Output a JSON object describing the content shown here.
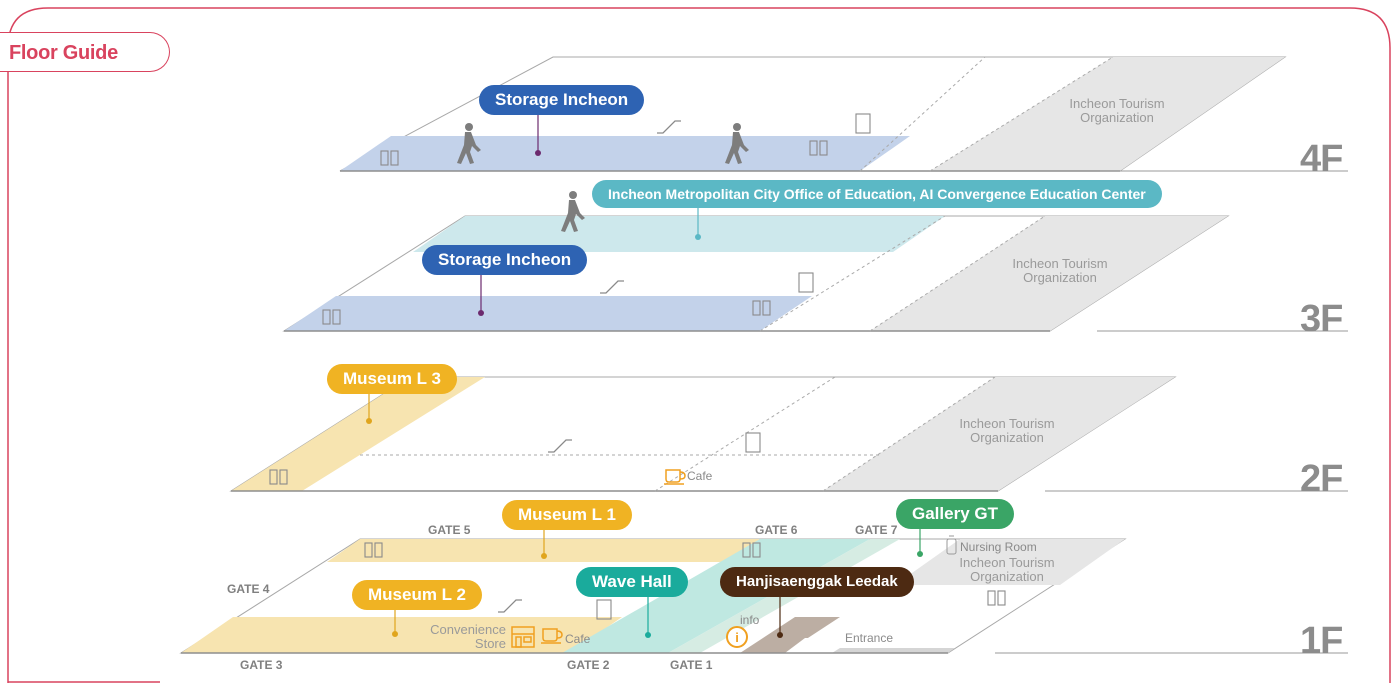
{
  "title": "Floor Guide",
  "colors": {
    "accent": "#d9435e",
    "blue_label": "#2e63b3",
    "teal_label": "#5bb8c5",
    "yellow_label": "#f0b323",
    "green_label": "#3aa566",
    "wave_label": "#1aab9c",
    "brown_label": "#4d2a12",
    "blue_zone": "#c3d2ea",
    "teal_zone": "#cde8ec",
    "yellow_zone": "#f7e4b0",
    "gray_zone": "#e6e6e6"
  },
  "floors": {
    "f4": {
      "label": "4F",
      "tenant": "Storage Incheon",
      "org": "Incheon Tourism Organization"
    },
    "f3": {
      "label": "3F",
      "tenant": "Storage Incheon",
      "office": "Incheon Metropolitan City Office of Education, AI Convergence Education Center",
      "org": "Incheon Tourism Organization"
    },
    "f2": {
      "label": "2F",
      "museum": "Museum L 3",
      "cafe": "Cafe",
      "org": "Incheon Tourism Organization"
    },
    "f1": {
      "label": "1F",
      "museum_l1": "Museum L 1",
      "museum_l2": "Museum L 2",
      "wave_hall": "Wave Hall",
      "hanjisaenggak": "Hanjisaenggak Leedak",
      "gallery": "Gallery GT",
      "nursing": "Nursing Room",
      "org": "Incheon Tourism Organization",
      "convenience": "Convenience Store",
      "cafe": "Cafe",
      "info": "info",
      "entrance": "Entrance",
      "gates": {
        "gate1": "GATE 1",
        "gate2": "GATE 2",
        "gate3": "GATE 3",
        "gate4": "GATE 4",
        "gate5": "GATE 5",
        "gate6": "GATE 6",
        "gate7": "GATE 7"
      }
    }
  },
  "icons": [
    "restroom-icon",
    "escalator-icon",
    "elevator-icon",
    "walking-person-icon",
    "cafe-icon",
    "store-icon",
    "info-icon",
    "nursing-room-icon"
  ]
}
